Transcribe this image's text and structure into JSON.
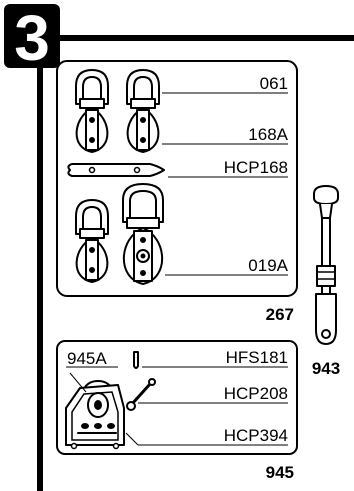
{
  "step": {
    "number": "3"
  },
  "panel_top": {
    "caption": "267",
    "labels": [
      "061",
      "168A",
      "HCP168",
      "019A"
    ]
  },
  "panel_bottom": {
    "caption": "945",
    "labels": [
      "945A",
      "HFS181",
      "HCP208",
      "HCP394"
    ]
  },
  "side_part": {
    "caption": "943"
  }
}
